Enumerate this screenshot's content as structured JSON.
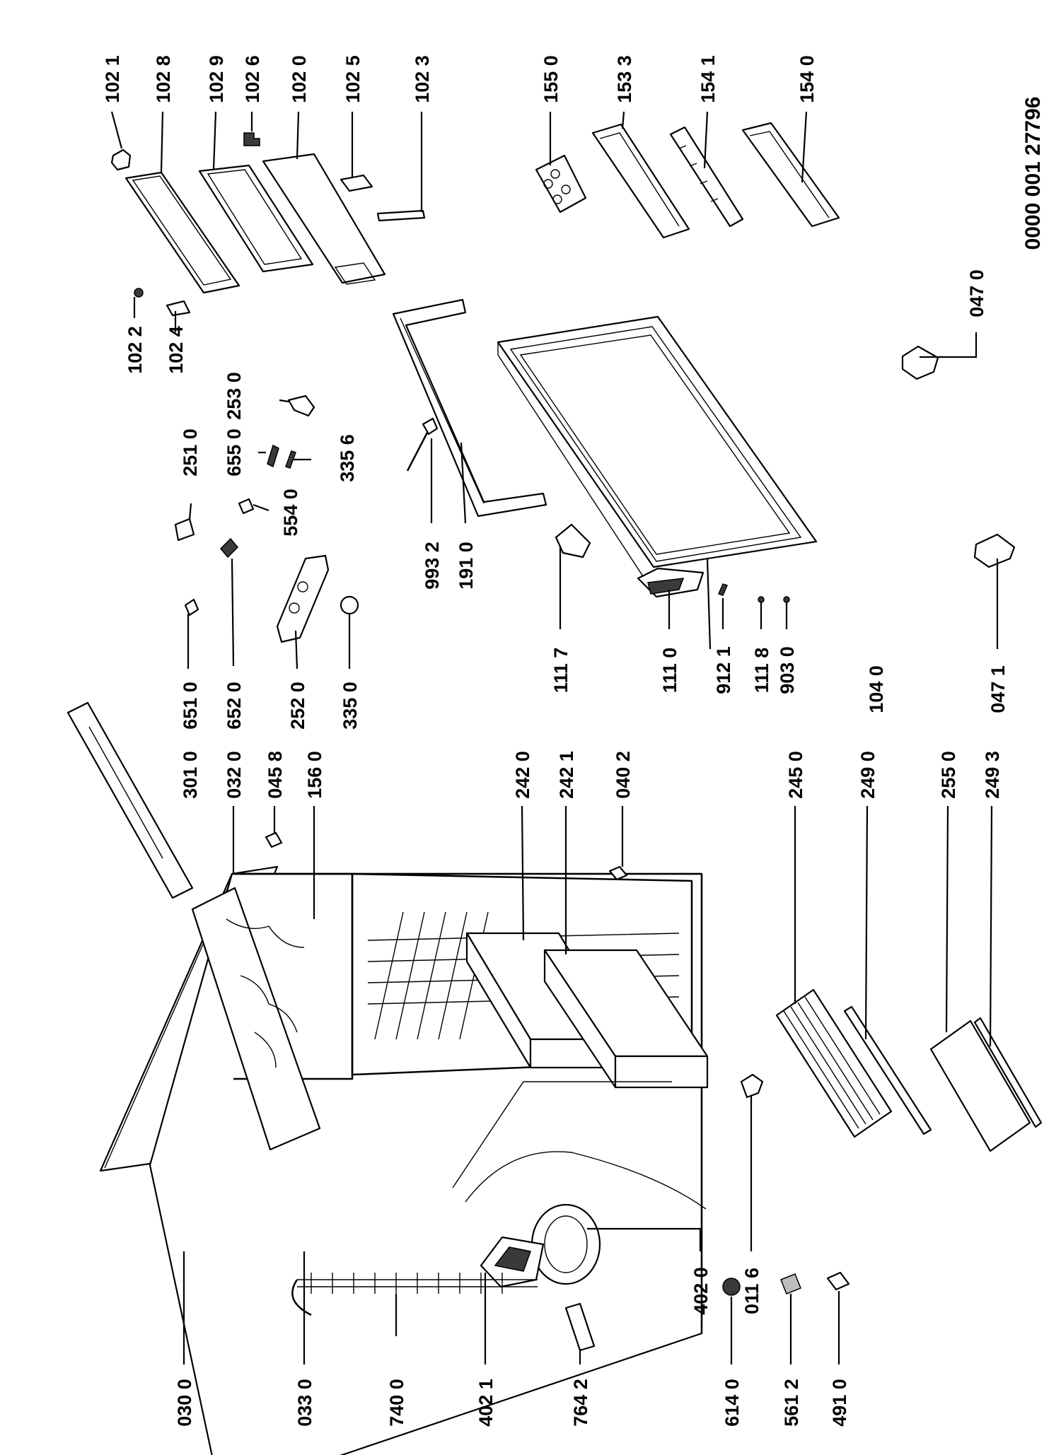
{
  "document_number": "0000 001 27796",
  "labels": {
    "p1021": "102 1",
    "p1028": "102 8",
    "p1029": "102 9",
    "p1026": "102 6",
    "p1020": "102 0",
    "p1025": "102 5",
    "p1023": "102 3",
    "p1022": "102 2",
    "p1024": "102 4",
    "p1550": "155 0",
    "p1533": "153 3",
    "p1541": "154 1",
    "p1540": "154 0",
    "p0470": "047 0",
    "p2530": "253 0",
    "p2510": "251 0",
    "p6550": "655 0",
    "p3356": "335 6",
    "p5540": "554 0",
    "p9932": "993 2",
    "p1910": "191 0",
    "p6510": "651 0",
    "p6520": "652 0",
    "p2520": "252 0",
    "p3350": "335 0",
    "p1117": "111 7",
    "p1110": "111 0",
    "p9121": "912 1",
    "p1118": "111 8",
    "p9030": "903 0",
    "p1040": "104 0",
    "p0471": "047 1",
    "p3010": "301 0",
    "p0320": "032 0",
    "p0458": "045 8",
    "p1560": "156 0",
    "p2420": "242 0",
    "p2421": "242 1",
    "p0402": "040 2",
    "p2450": "245 0",
    "p2490": "249 0",
    "p2550": "255 0",
    "p2493": "249 3",
    "p0300": "030 0",
    "p0330": "033 0",
    "p7400": "740 0",
    "p4021": "402 1",
    "p7642": "764 2",
    "p6140": "614 0",
    "p5612": "561 2",
    "p4910": "491 0",
    "p4020": "402 0",
    "p0116": "011 6"
  }
}
